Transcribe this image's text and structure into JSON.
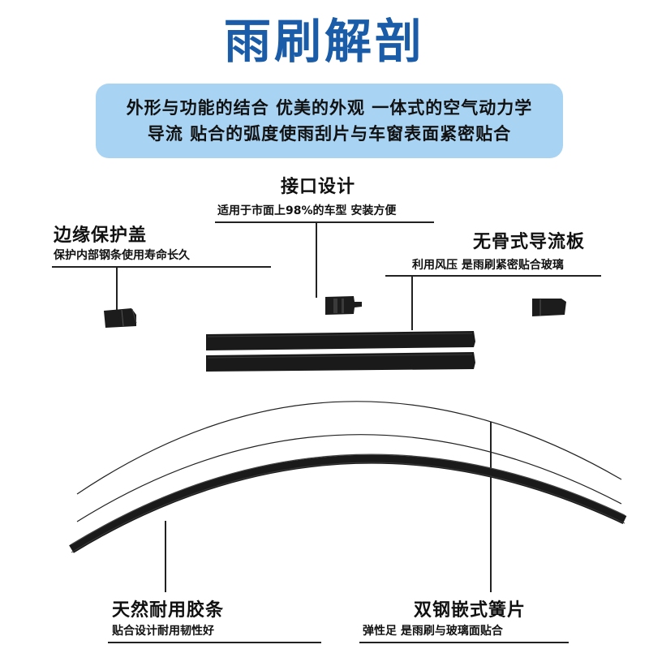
{
  "title": "雨刷解剖",
  "intro": {
    "line1": "外形与功能的结合 优美的外观 一体式的空气动力学",
    "line2": "导流 贴合的弧度使雨刮片与车窗表面紧密贴合"
  },
  "callouts": {
    "interface": {
      "title": "接口设计",
      "desc": "适用于市面上98%的车型 安装方便"
    },
    "edge_cover": {
      "title": "边缘保护盖",
      "desc": "保护内部钢条使用寿命长久"
    },
    "spoiler": {
      "title": "无骨式导流板",
      "desc": "利用风压 是雨刷紧密贴合玻璃"
    },
    "rubber": {
      "title": "天然耐用胶条",
      "desc": "贴合设计耐用韧性好"
    },
    "steel": {
      "title": "双钢嵌式簧片",
      "desc": "弹性足 是雨刷与玻璃面贴合"
    }
  },
  "colors": {
    "title": "#1a5ca8",
    "intro_bg": "#a8d3f3",
    "part": "#1a1a1a"
  }
}
